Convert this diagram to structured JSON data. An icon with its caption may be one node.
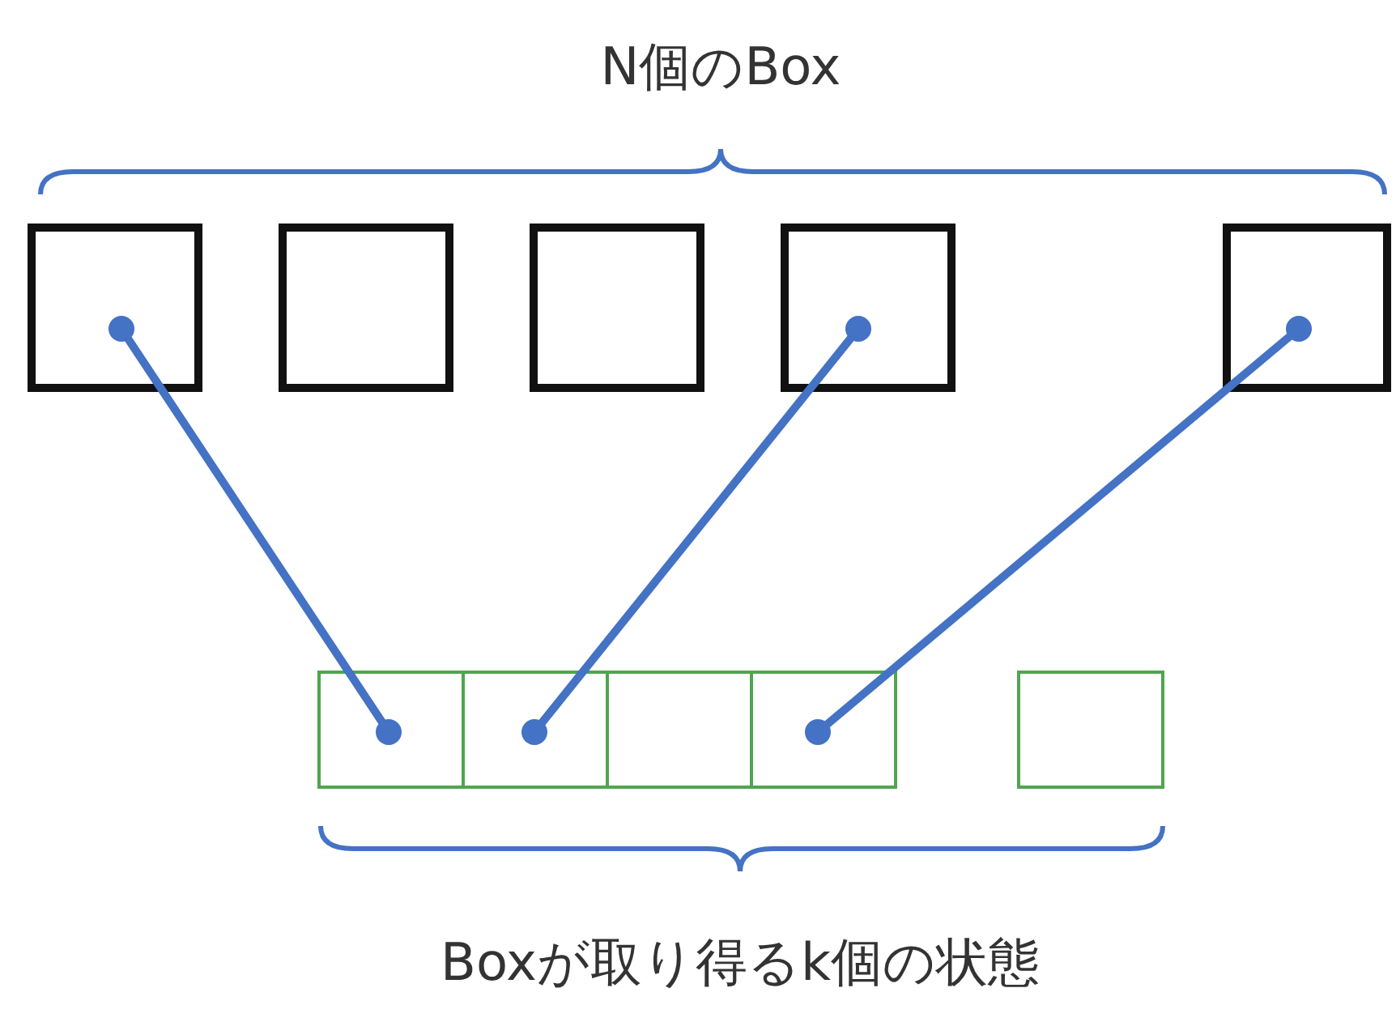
{
  "diagram": {
    "nodes": [
      {
        "text": [],
        "shape": "box"
      },
      {
        "text": [],
        "shape": "box"
      },
      {
        "text": [],
        "shape": "box"
      },
      {
        "text": [],
        "shape": "box"
      },
      {
        "text": [],
        "shape": "box"
      },
      {
        "text": [],
        "shape": "box"
      },
      {
        "text": [],
        "shape": "box"
      },
      {
        "text": [],
        "shape": "box"
      },
      {
        "text": [],
        "shape": "box"
      },
      {
        "text": [],
        "shape": "box"
      }
    ],
    "edges": [
      {
        "from": 0,
        "to": 5,
        "arrow": "other"
      },
      {
        "from": 3,
        "to": 6,
        "arrow": "other"
      },
      {
        "from": 4,
        "to": 8,
        "arrow": "other"
      }
    ],
    "labels": [
      "N個のBox",
      "Boxが取り得るk個の状態"
    ]
  }
}
